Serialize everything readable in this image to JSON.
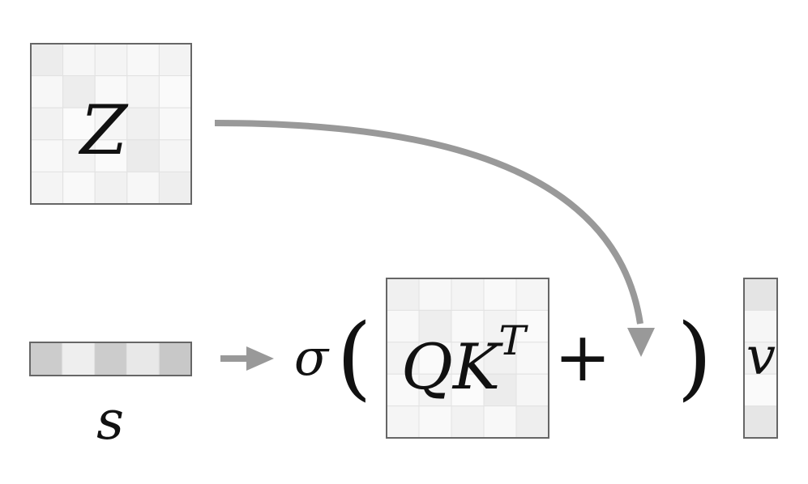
{
  "labels": {
    "z": "Z",
    "s": "s",
    "sigma": "σ",
    "open_paren": "(",
    "close_paren": ")",
    "qk": "QK",
    "transpose": "T",
    "plus": "+",
    "v": "v"
  },
  "colors": {
    "border": "#666666",
    "arrow": "#999999",
    "text": "#111111"
  },
  "matrices": {
    "z": {
      "rows": 5,
      "cols": 5,
      "shades": [
        [
          "#ececec",
          "#f6f6f6",
          "#f4f4f4",
          "#f8f8f8",
          "#f3f3f3"
        ],
        [
          "#f7f7f7",
          "#ededed",
          "#f9f9f9",
          "#f5f5f5",
          "#fafafa"
        ],
        [
          "#f2f2f2",
          "#fbfbfb",
          "#f6f6f6",
          "#f0f0f0",
          "#f8f8f8"
        ],
        [
          "#f8f8f8",
          "#f3f3f3",
          "#fafafa",
          "#ebebeb",
          "#f5f5f5"
        ],
        [
          "#f4f4f4",
          "#f9f9f9",
          "#f1f1f1",
          "#f7f7f7",
          "#eeeeee"
        ]
      ]
    },
    "qk": {
      "rows": 5,
      "cols": 5,
      "shades": [
        [
          "#f0f0f0",
          "#f7f7f7",
          "#f4f4f4",
          "#f9f9f9",
          "#f5f5f5"
        ],
        [
          "#f8f8f8",
          "#eeeeee",
          "#f9f9f9",
          "#f3f3f3",
          "#fafafa"
        ],
        [
          "#f3f3f3",
          "#fafafa",
          "#f6f6f6",
          "#f1f1f1",
          "#f8f8f8"
        ],
        [
          "#f9f9f9",
          "#f4f4f4",
          "#fbfbfb",
          "#ececec",
          "#f6f6f6"
        ],
        [
          "#f5f5f5",
          "#f9f9f9",
          "#f2f2f2",
          "#f8f8f8",
          "#eeeeee"
        ]
      ]
    },
    "s": {
      "rows": 1,
      "cols": 5,
      "shades": [
        [
          "#cccccc",
          "#eeeeee",
          "#cccccc",
          "#e8e8e8",
          "#c8c8c8"
        ]
      ]
    },
    "v": {
      "rows": 5,
      "cols": 1,
      "shades": [
        [
          "#e4e4e4"
        ],
        [
          "#f6f6f6"
        ],
        [
          "#f2f2f2"
        ],
        [
          "#fafafa"
        ],
        [
          "#e6e6e6"
        ]
      ]
    }
  }
}
